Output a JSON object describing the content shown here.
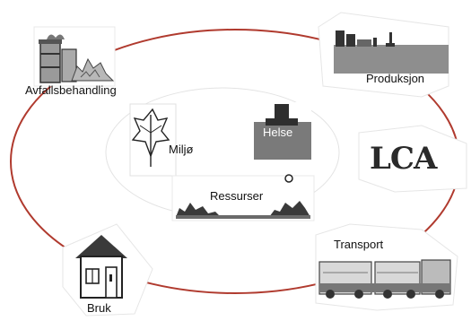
{
  "labels": {
    "avfall": "Avfallsbehandling",
    "produksjon": "Produksjon",
    "miljo": "Miljø",
    "helse": "Helse",
    "ressurser": "Ressurser",
    "lca": "LCA",
    "transport": "Transport",
    "bruk": "Bruk"
  },
  "colors": {
    "cycle": "#b03a2e",
    "inner_ellipse": "#e3e3e3",
    "card_border": "#e6e6e6",
    "icon_dark": "#3a3a3a",
    "icon_mid": "#6e6e6e"
  },
  "icons": {
    "avfall": "waste-bins-icon",
    "produksjon": "factory-icon",
    "miljo": "leaf-icon",
    "helse": "health-person-icon",
    "ressurser": "landscape-icon",
    "transport": "truck-icon",
    "bruk": "house-icon"
  }
}
